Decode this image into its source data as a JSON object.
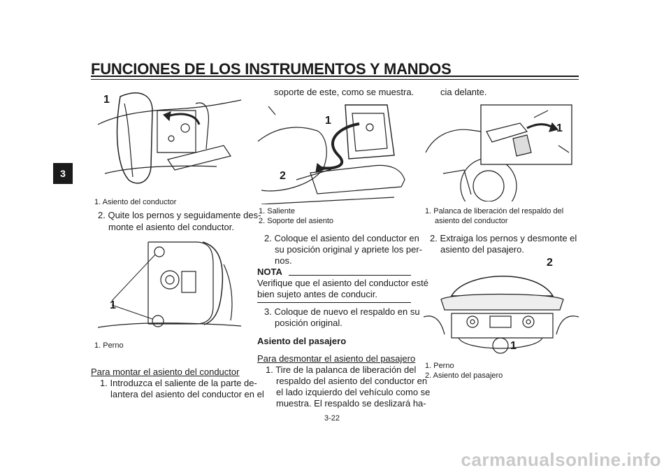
{
  "header": {
    "title": "FUNCIONES DE LOS INSTRUMENTOS Y MANDOS"
  },
  "side_tab": "3",
  "col1": {
    "fig1_label": "1",
    "fig1_caption": "1. Asiento del conductor",
    "step2_lines": [
      "2. Quite los pernos y seguidamente des-",
      "monte el asiento del conductor."
    ],
    "fig2_label": "1",
    "fig2_caption": "1. Perno",
    "install_heading": "Para montar el asiento del conductor",
    "step1_lines": [
      "1. Introduzca el saliente de la parte de-",
      "lantera del asiento del conductor en el"
    ]
  },
  "col2": {
    "top_line": "soporte de este, como se muestra.",
    "fig_label1": "1",
    "fig_label2": "2",
    "caption_lines": [
      "1. Saliente",
      "2. Soporte del asiento"
    ],
    "step2_lines": [
      "2. Coloque el asiento del conductor en",
      "su posición original y apriete los per-",
      "nos."
    ],
    "note_title": "NOTA",
    "note_lines": [
      "Verifique que el asiento del conductor esté",
      "bien sujeto antes de conducir."
    ],
    "step3_lines": [
      "3. Coloque de nuevo el respaldo en su",
      "posición original."
    ],
    "passenger_heading": "Asiento del pasajero",
    "remove_heading": "Para desmontar el asiento del pasajero",
    "remove_step1_lines": [
      "1. Tire de la palanca de liberación del",
      "respaldo del asiento del conductor en",
      "el lado izquierdo del vehículo como se",
      "muestra. El respaldo se deslizará ha-"
    ]
  },
  "col3": {
    "top_line": "cia delante.",
    "fig1_label": "1",
    "fig1_caption_lines": [
      "1. Palanca de liberación del respaldo del",
      "asiento del conductor"
    ],
    "step2_lines": [
      "2. Extraiga los pernos y desmonte el",
      "asiento del pasajero."
    ],
    "fig2_label1": "2",
    "fig2_label2": "1",
    "fig2_caption_lines": [
      "1. Perno",
      "2. Asiento del pasajero"
    ]
  },
  "footer": {
    "page_number": "3-22"
  },
  "watermark": "carmanualsonline.info"
}
